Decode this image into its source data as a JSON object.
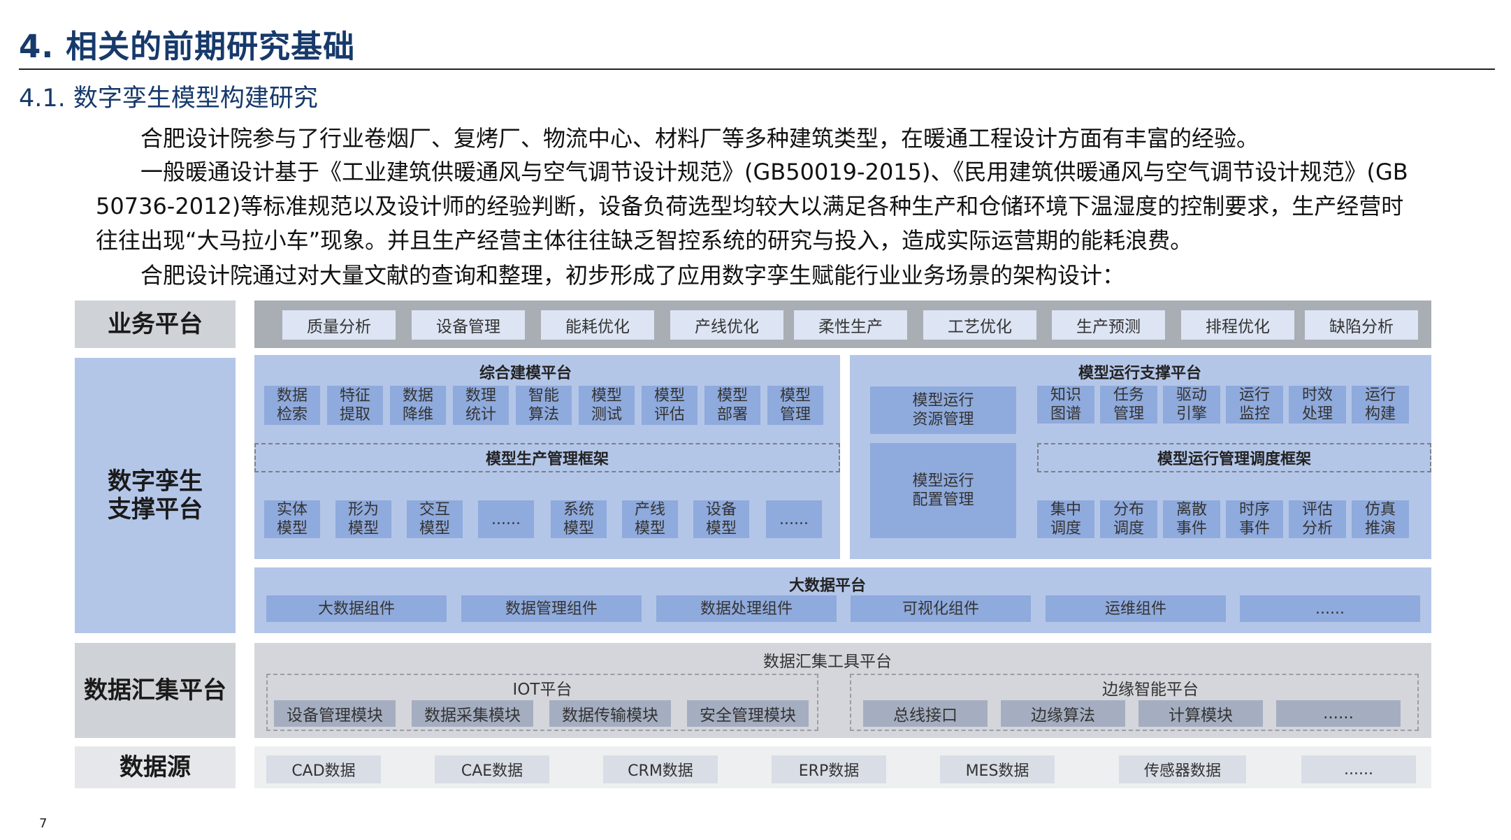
{
  "heading": "4. 相关的前期研究基础",
  "subheading": "4.1. 数字孪生模型构建研究",
  "paragraphs": [
    "合肥设计院参与了行业卷烟厂、复烤厂、物流中心、材料厂等多种建筑类型，在暖通工程设计方面有丰富的经验。",
    "一般暖通设计基于《工业建筑供暖通风与空气调节设计规范》(GB50019-2015)、《民用建筑供暖通风与空气调节设计规范》(GB 50736-2012)等标准规范以及设计师的经验判断，设备负荷选型均较大以满足各种生产和仓储环境下温湿度的控制要求，生产经营时往往出现“大马拉小车”现象。并且生产经营主体往往缺乏智控系统的研究与投入，造成实际运营期的能耗浪费。",
    "合肥设计院通过对大量文献的查询和整理，初步形成了应用数字孪生赋能行业业务场景的架构设计："
  ],
  "diagram": {
    "business": {
      "label": "业务平台",
      "items": [
        "质量分析",
        "设备管理",
        "能耗优化",
        "产线优化",
        "柔性生产",
        "工艺优化",
        "生产预测",
        "排程优化",
        "缺陷分析"
      ]
    },
    "twin": {
      "label_line1": "数字孪生",
      "label_line2": "支撑平台",
      "modeling": {
        "title": "综合建模平台",
        "top_tiles": [
          [
            "数据",
            "检索"
          ],
          [
            "特征",
            "提取"
          ],
          [
            "数据",
            "降维"
          ],
          [
            "数理",
            "统计"
          ],
          [
            "智能",
            "算法"
          ],
          [
            "模型",
            "测试"
          ],
          [
            "模型",
            "评估"
          ],
          [
            "模型",
            "部署"
          ],
          [
            "模型",
            "管理"
          ]
        ],
        "framework": "模型生产管理框架",
        "bottom_tiles": [
          [
            "实体",
            "模型"
          ],
          [
            "形为",
            "模型"
          ],
          [
            "交互",
            "模型"
          ],
          [
            "......",
            ""
          ],
          [
            "系统",
            "模型"
          ],
          [
            "产线",
            "模型"
          ],
          [
            "设备",
            "模型"
          ],
          [
            "......",
            ""
          ]
        ]
      },
      "runtime": {
        "title": "模型运行支撑平台",
        "res_tile": [
          "模型运行",
          "资源管理"
        ],
        "cfg_tile": [
          "模型运行",
          "配置管理"
        ],
        "top_tiles": [
          [
            "知识",
            "图谱"
          ],
          [
            "任务",
            "管理"
          ],
          [
            "驱动",
            "引擎"
          ],
          [
            "运行",
            "监控"
          ],
          [
            "时效",
            "处理"
          ],
          [
            "运行",
            "构建"
          ]
        ],
        "framework": "模型运行管理调度框架",
        "bottom_tiles": [
          [
            "集中",
            "调度"
          ],
          [
            "分布",
            "调度"
          ],
          [
            "离散",
            "事件"
          ],
          [
            "时序",
            "事件"
          ],
          [
            "评估",
            "分析"
          ],
          [
            "仿真",
            "推演"
          ]
        ]
      },
      "bigdata": {
        "title": "大数据平台",
        "items": [
          "大数据组件",
          "数据管理组件",
          "数据处理组件",
          "可视化组件",
          "运维组件",
          "......"
        ]
      }
    },
    "collect": {
      "label": "数据汇集平台",
      "title": "数据汇集工具平台",
      "iot_title": "IOT平台",
      "iot_items": [
        "设备管理模块",
        "数据采集模块",
        "数据传输模块",
        "安全管理模块"
      ],
      "edge_title": "边缘智能平台",
      "edge_items": [
        "总线接口",
        "边缘算法",
        "计算模块",
        "......"
      ]
    },
    "source": {
      "label": "数据源",
      "items": [
        "CAD数据",
        "CAE数据",
        "CRM数据",
        "ERP数据",
        "MES数据",
        "传感器数据",
        "......"
      ]
    }
  },
  "page_number": "7",
  "colors": {
    "heading": "#17396b",
    "tile_blue": "#8faadc",
    "panel_blue": "#b4c6e8",
    "panel_gray": "#a9adb4"
  }
}
